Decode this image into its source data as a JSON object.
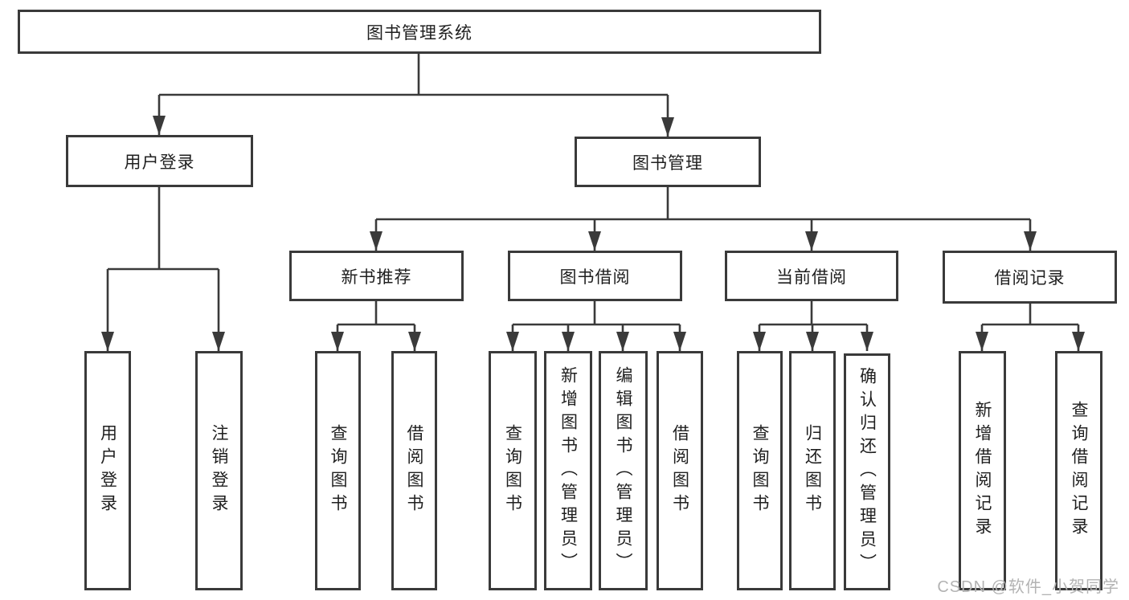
{
  "tree": {
    "root_label": "图书管理系统",
    "user_login": {
      "label": "用户登录",
      "children": [
        "用户登录",
        "注销登录"
      ]
    },
    "book_mgmt": {
      "label": "图书管理",
      "sections": [
        {
          "label": "新书推荐",
          "children": [
            "查询图书",
            "借阅图书"
          ]
        },
        {
          "label": "图书借阅",
          "children": [
            "查询图书",
            "新增图书（管理员）",
            "编辑图书（管理员）",
            "借阅图书"
          ]
        },
        {
          "label": "当前借阅",
          "children": [
            "查询图书",
            "归还图书",
            "确认归还（管理员）"
          ]
        },
        {
          "label": "借阅记录",
          "children": [
            "新增借阅记录",
            "查询借阅记录"
          ]
        }
      ]
    }
  },
  "watermark": "CSDN @软件_小贺同学",
  "colors": {
    "line": "#3a3a3a",
    "text": "#1f1f1f",
    "watermark": "#b3b3b3",
    "background": "#ffffff"
  }
}
